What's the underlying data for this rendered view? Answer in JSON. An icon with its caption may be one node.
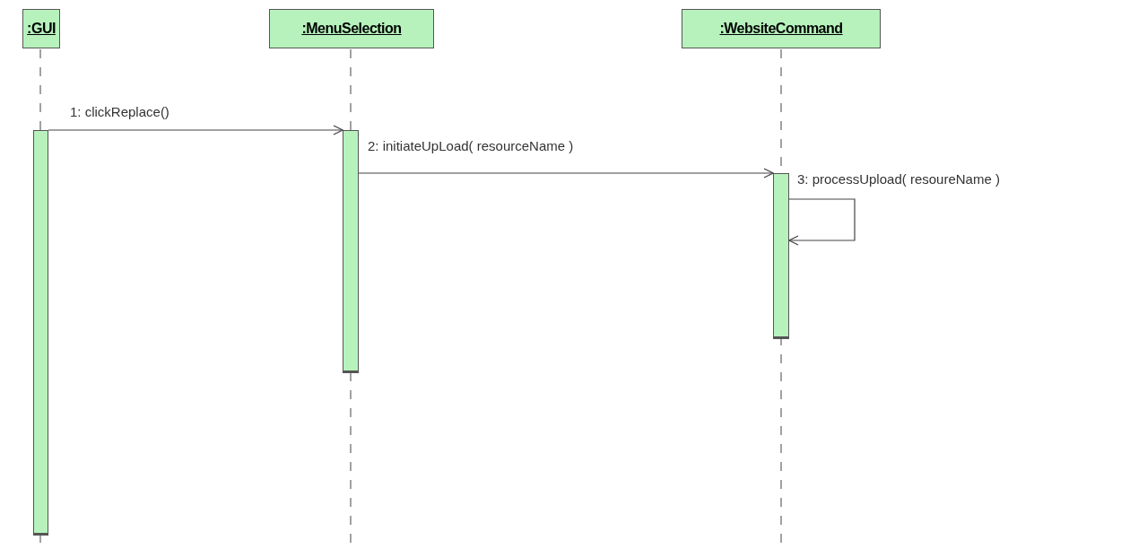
{
  "diagram": {
    "nodes": [
      {
        "text": [
          ":GUI"
        ]
      },
      {
        "text": [
          ":MenuSelection"
        ]
      },
      {
        "text": [
          ":WebsiteCommand"
        ]
      },
      {
        "text": [],
        "shape": "bar"
      },
      {
        "text": [],
        "shape": "bar"
      },
      {
        "text": [],
        "shape": "bar"
      }
    ],
    "edges": [
      {
        "from": 3,
        "to": 4,
        "arrow": "to",
        "label": "1: clickReplace()"
      },
      {
        "from": 4,
        "to": 5,
        "arrow": "to",
        "label": "2: initiateUpLoad( resourceName )"
      },
      {
        "from": 5,
        "to": 5,
        "arrow": "to",
        "label": "3: processUpload( resoureName )"
      }
    ]
  }
}
